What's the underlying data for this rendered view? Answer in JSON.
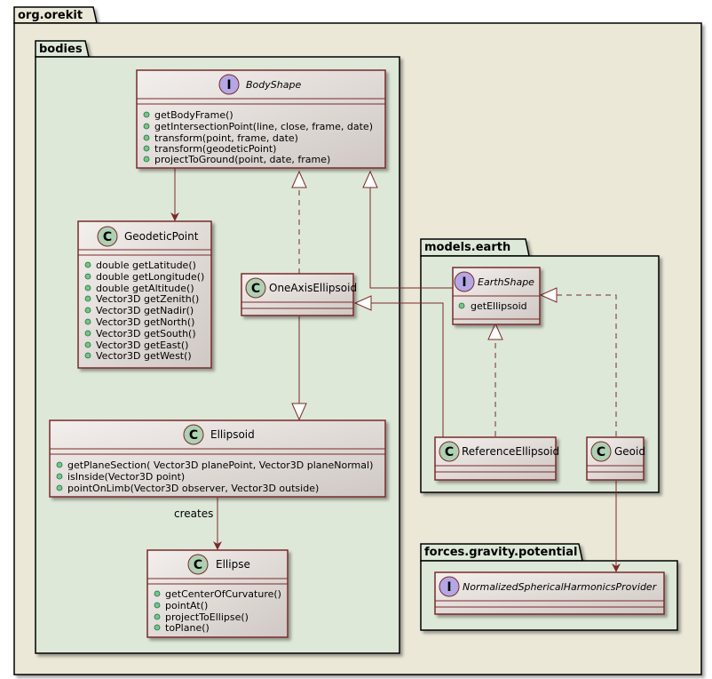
{
  "packages": {
    "root": {
      "name": "org.orekit"
    },
    "bodies": {
      "name": "bodies"
    },
    "earth": {
      "name": "models.earth"
    },
    "gravity": {
      "name": "forces.gravity.potential"
    }
  },
  "classes": {
    "body_shape": {
      "stereotype": "I",
      "name": "BodyShape",
      "members": [
        "getBodyFrame()",
        "getIntersectionPoint(line, close, frame, date)",
        "transform(point, frame, date)",
        "transform(geodeticPoint)",
        "projectToGround(point, date, frame)"
      ]
    },
    "geodetic_point": {
      "stereotype": "C",
      "name": "GeodeticPoint",
      "members": [
        "double getLatitude()",
        "double getLongitude()",
        "double getAltitude()",
        "Vector3D getZenith()",
        "Vector3D getNadir()",
        "Vector3D getNorth()",
        "Vector3D getSouth()",
        "Vector3D getEast()",
        "Vector3D getWest()"
      ]
    },
    "one_axis_ellipsoid": {
      "stereotype": "C",
      "name": "OneAxisEllipsoid"
    },
    "ellipsoid": {
      "stereotype": "C",
      "name": "Ellipsoid",
      "members": [
        "getPlaneSection( Vector3D planePoint, Vector3D planeNormal)",
        "isInside(Vector3D point)",
        "pointOnLimb(Vector3D observer, Vector3D outside)"
      ]
    },
    "ellipse": {
      "stereotype": "C",
      "name": "Ellipse",
      "members": [
        "getCenterOfCurvature()",
        "pointAt()",
        "projectToEllipse()",
        "toPlane()"
      ]
    },
    "earth_shape": {
      "stereotype": "I",
      "name": "EarthShape",
      "members": [
        "getEllipsoid"
      ]
    },
    "reference_ellipsoid": {
      "stereotype": "C",
      "name": "ReferenceEllipsoid"
    },
    "geoid": {
      "stereotype": "C",
      "name": "Geoid"
    },
    "nshp": {
      "stereotype": "I",
      "name": "NormalizedSphericalHarmonicsProvider"
    }
  },
  "relations": {
    "creates_label": "creates"
  },
  "colors": {
    "root_fill": "#ebe8d8",
    "pkg_fill": "#dde8d8",
    "line": "#7a2a2a",
    "class_fill_top": "#f3efec",
    "class_fill_bottom": "#cfc8c4",
    "circle_c": "#add1b2",
    "circle_i": "#b4a7e5",
    "member_dot": "#84be84"
  }
}
